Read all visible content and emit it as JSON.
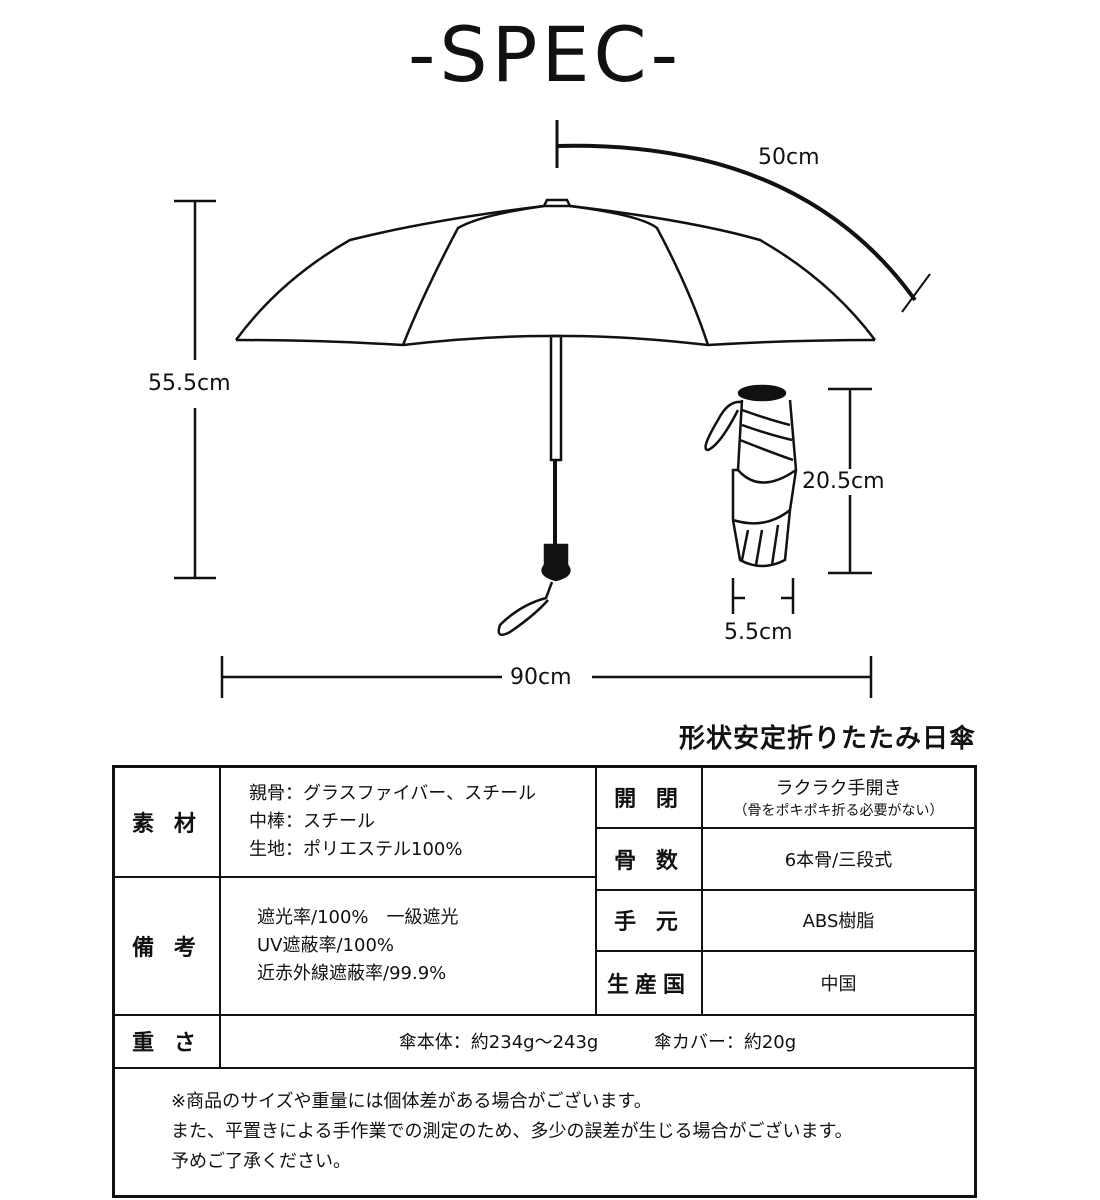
{
  "title": "-SPEC-",
  "dimensions": {
    "rib_length": "50cm",
    "height": "55.5cm",
    "width": "90cm",
    "folded_length": "20.5cm",
    "folded_diameter": "5.5cm"
  },
  "product_name": "形状安定折りたたみ日傘",
  "spec": {
    "material": {
      "label": "素 材",
      "lines": [
        "親骨：グラスファイバー、スチール",
        "中棒：スチール",
        "生地：ポリエステル100%"
      ]
    },
    "remarks": {
      "label": "備 考",
      "lines": [
        "遮光率/100%　一級遮光",
        "UV遮蔽率/100%",
        "近赤外線遮蔽率/99.9%"
      ]
    },
    "opening": {
      "label": "開 閉",
      "value": "ラクラク手開き",
      "note": "（骨をポキポキ折る必要がない）"
    },
    "ribs": {
      "label": "骨 数",
      "value": "6本骨/三段式"
    },
    "handle": {
      "label": "手 元",
      "value": "ABS樹脂"
    },
    "origin": {
      "label": "生産国",
      "value": "中国"
    },
    "weight": {
      "label": "重 さ",
      "body": "傘本体：約234g～243g",
      "cover": "傘カバー：約20g"
    }
  },
  "notes": [
    "※商品のサイズや重量には個体差がある場合がございます。",
    "また、平置きによる手作業での測定のため、多少の誤差が生じる場合がございます。",
    "予めご了承ください。"
  ]
}
